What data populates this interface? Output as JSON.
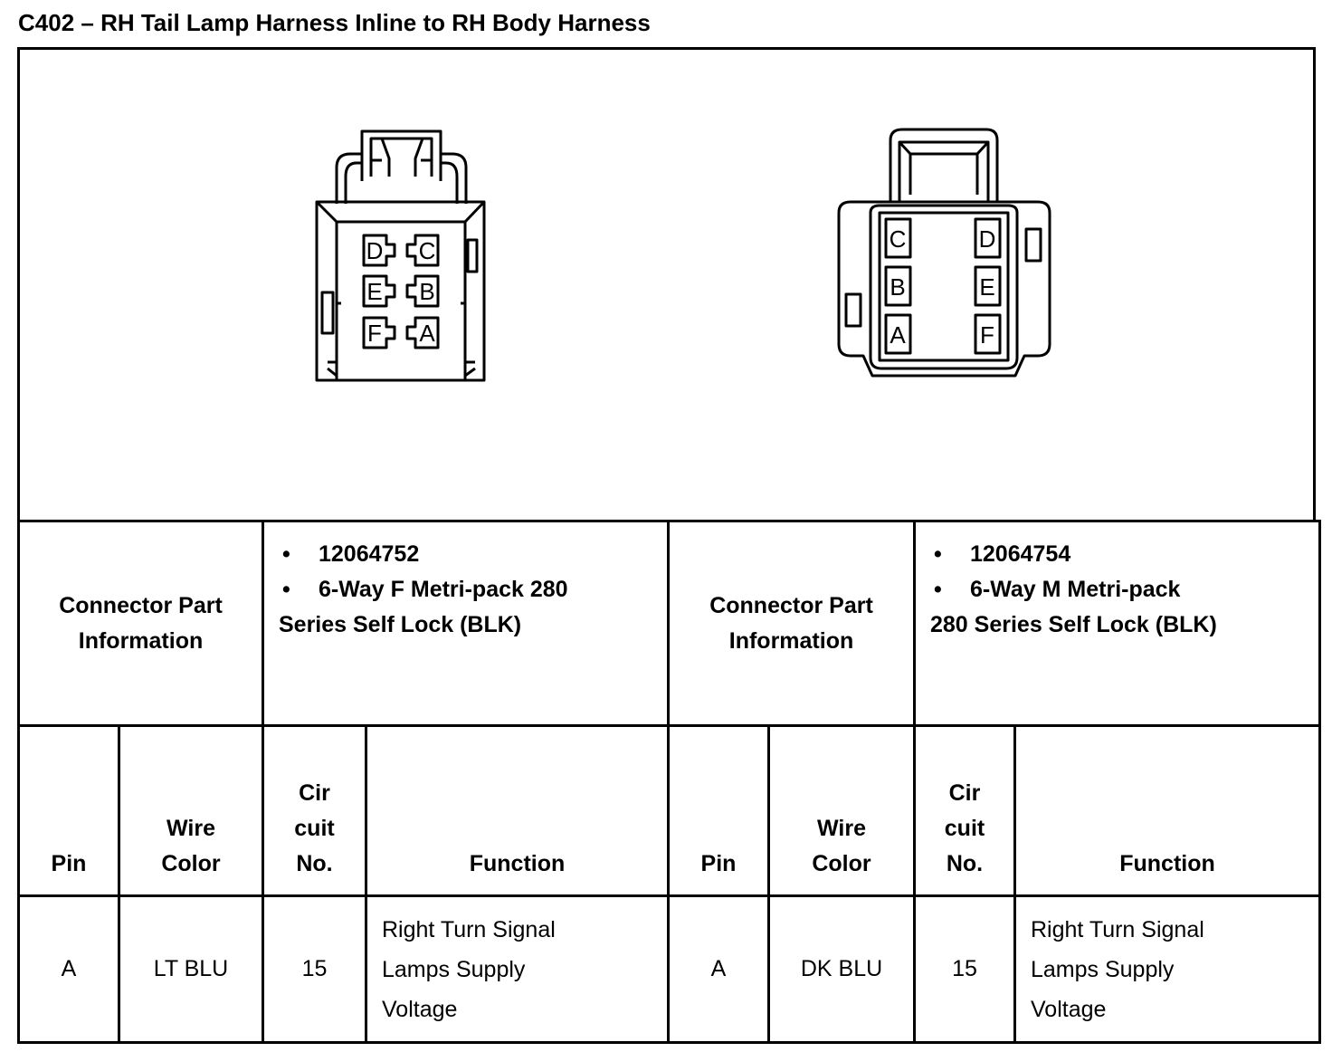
{
  "title": "C402 – RH Tail Lamp Harness Inline to RH Body Harness",
  "connectors": [
    {
      "pins_layout": [
        "D",
        "C",
        "E",
        "B",
        "F",
        "A"
      ],
      "info_label": [
        "Connector Part",
        "Information"
      ],
      "part_number": "12064752",
      "description_line1": "6-Way F Metri-pack 280",
      "description_line2": "Series Self Lock (BLK)"
    },
    {
      "pins_layout": [
        "C",
        "D",
        "B",
        "E",
        "A",
        "F"
      ],
      "info_label": [
        "Connector Part",
        "Information"
      ],
      "part_number": "12064754",
      "description_line1": "6-Way M Metri-pack",
      "description_line2": "280 Series Self Lock (BLK)"
    }
  ],
  "bullet": "•",
  "columns": {
    "pin": "Pin",
    "wire_color": [
      "Wire",
      "Color"
    ],
    "circuit_no": [
      "Cir",
      "cuit",
      "No."
    ],
    "function": "Function"
  },
  "rows": [
    {
      "left": {
        "pin": "A",
        "wire_color": "LT BLU",
        "circuit": "15",
        "function": [
          "Right Turn Signal",
          "Lamps Supply",
          "Voltage"
        ]
      },
      "right": {
        "pin": "A",
        "wire_color": "DK BLU",
        "circuit": "15",
        "function": [
          "Right Turn Signal",
          "Lamps Supply",
          "Voltage"
        ]
      }
    }
  ]
}
